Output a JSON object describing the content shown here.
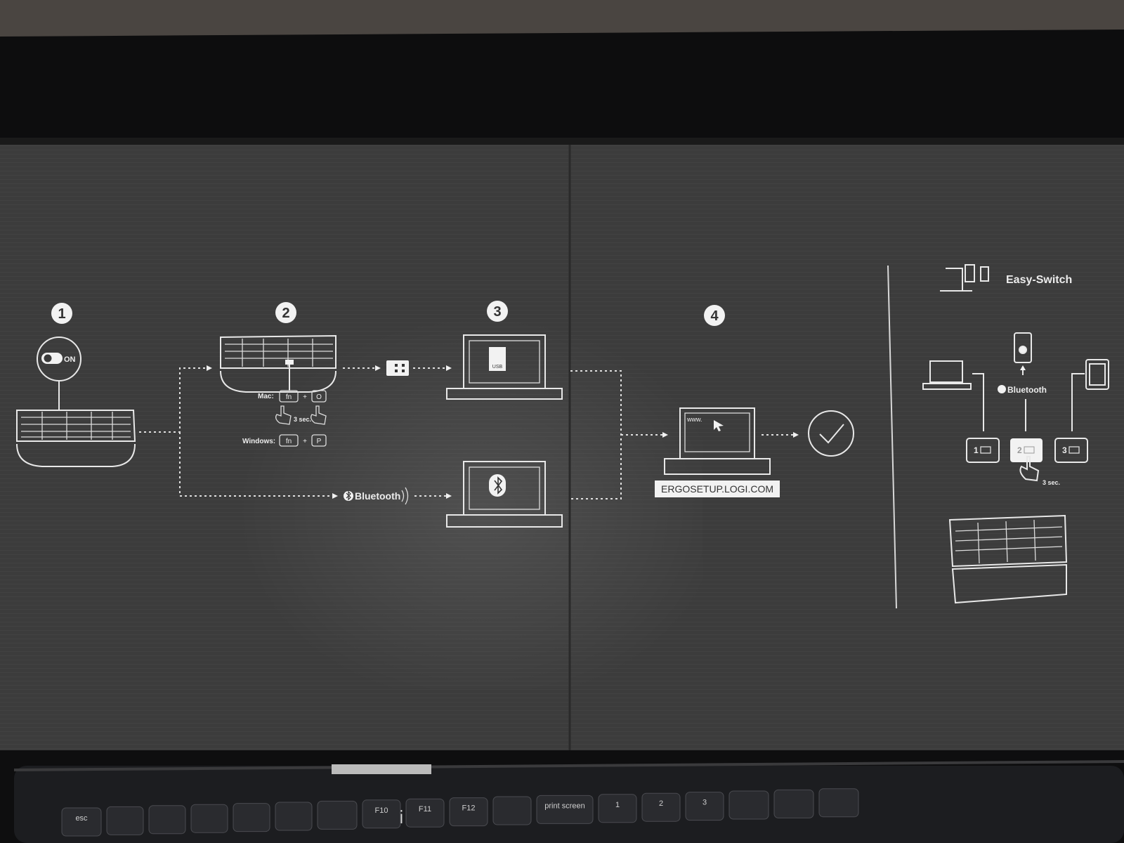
{
  "colors": {
    "table": "#4a4541",
    "box_lid": "#0e0e0e",
    "panel": "#3b3b3b",
    "ink": "#e8e8e8",
    "keyboard": "#1c1d20"
  },
  "steps": {
    "step1": {
      "number": "1",
      "switch_label": "ON"
    },
    "step2": {
      "number": "2",
      "mac_label": "Mac:",
      "mac_key1": "fn",
      "mac_key2": "O",
      "hold_time": "3 sec.",
      "windows_label": "Windows:",
      "win_key1": "fn",
      "win_key2": "P",
      "plus": "+"
    },
    "step3": {
      "number": "3",
      "usb_text": "USB",
      "bluetooth_label": "Bluetooth"
    },
    "step4": {
      "number": "4",
      "www_text": "www.",
      "url": "ERGOSETUP.LOGI.COM"
    }
  },
  "easy_switch": {
    "title": "Easy-Switch",
    "bluetooth_label": "Bluetooth",
    "channels": [
      "1",
      "2",
      "3"
    ],
    "hold_time": "3 sec."
  },
  "keyboard": {
    "logo": "logi",
    "keys": [
      "esc",
      "",
      "",
      "",
      "",
      "",
      "",
      "F10",
      "F11",
      "F12",
      "",
      "print screen",
      "1",
      "2",
      "3",
      "",
      "",
      ""
    ]
  }
}
